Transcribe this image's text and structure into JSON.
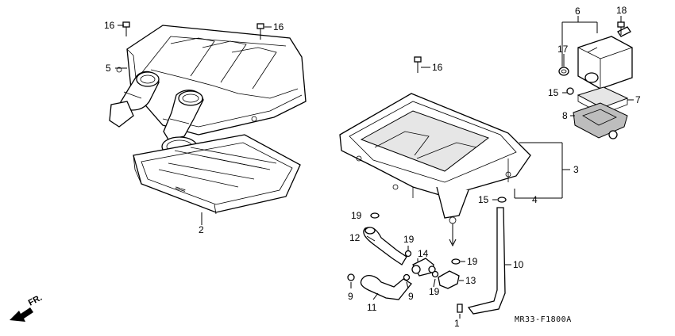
{
  "callouts": {
    "c1": "1",
    "c2": "2",
    "c3": "3",
    "c4": "4",
    "c5": "5",
    "c6": "6",
    "c7": "7",
    "c8": "8",
    "c9a": "9",
    "c9b": "9",
    "c10": "10",
    "c11": "11",
    "c12": "12",
    "c13": "13",
    "c14": "14",
    "c15a": "15",
    "c15b": "15",
    "c16a": "16",
    "c16b": "16",
    "c16c": "16",
    "c17": "17",
    "c18": "18",
    "c19a": "19",
    "c19b": "19",
    "c19c": "19",
    "c19d": "19"
  },
  "diagram_code": "MR33-F1800A",
  "direction_label": "FR."
}
